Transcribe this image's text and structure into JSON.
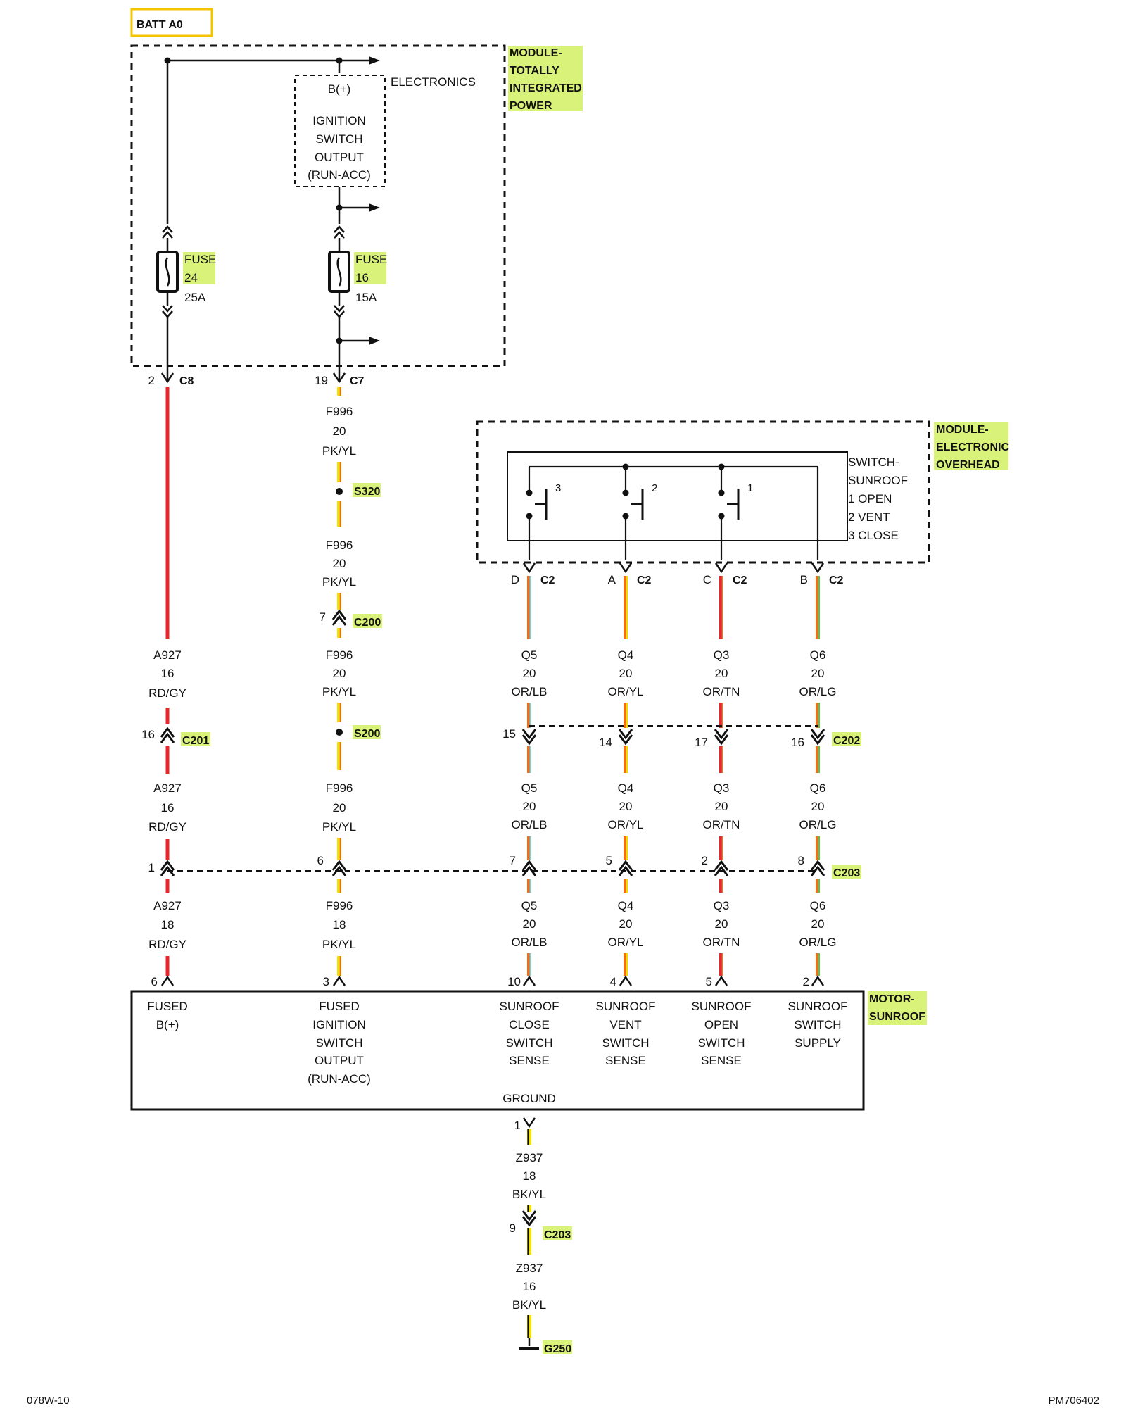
{
  "colors": {
    "highlight": "#d9f27a",
    "batt_box": "#f5c400",
    "red": "#e8262b",
    "yellow": "#f5e000",
    "pink": "#f28aa0",
    "orange": "#f06d1a",
    "light_blue": "#6fd3e6",
    "tan": "#b8864e",
    "light_green": "#53c653",
    "black": "#111111"
  },
  "source": {
    "label": "BATT A0"
  },
  "tipm": {
    "name_lines": [
      "MODULE-",
      "TOTALLY",
      "INTEGRATED",
      "POWER"
    ],
    "electronics": "ELECTRONICS",
    "ign_box_lines": [
      "B(+)",
      "IGNITION",
      "SWITCH",
      "OUTPUT",
      "(RUN-ACC)"
    ],
    "fuse1": {
      "label": "FUSE",
      "number": "24",
      "rating": "25A"
    },
    "fuse2": {
      "label": "FUSE",
      "number": "16",
      "rating": "15A"
    }
  },
  "overhead": {
    "name_lines": [
      "MODULE-",
      "ELECTRONIC",
      "OVERHEAD"
    ],
    "switch_lines": [
      "SWITCH-",
      "SUNROOF",
      "1 OPEN",
      "2 VENT",
      "3 CLOSE"
    ],
    "contact_numbers": [
      "3",
      "2",
      "1"
    ]
  },
  "connectors": {
    "c8": {
      "name": "C8",
      "pin": "2"
    },
    "c7": {
      "name": "C7",
      "pin": "19"
    },
    "s320": "S320",
    "c200": {
      "name": "C200",
      "pin": "7"
    },
    "s200": "S200",
    "c201": {
      "name": "C201",
      "pin": "16"
    },
    "c2": {
      "name": "C2",
      "pins": [
        "D",
        "A",
        "C",
        "B"
      ]
    },
    "c202": {
      "name": "C202",
      "pins": [
        "15",
        "14",
        "17",
        "16"
      ]
    },
    "c203a": {
      "name": "C203",
      "pins": [
        "1",
        "6",
        "7",
        "5",
        "2",
        "8"
      ]
    },
    "motor_pins": [
      "6",
      "3",
      "10",
      "4",
      "5",
      "2"
    ],
    "ground_pin": "1",
    "c203b": {
      "name": "C203",
      "pin": "9"
    },
    "g250": "G250"
  },
  "wires": {
    "f996_a": [
      "F996",
      "20",
      "PK/YL"
    ],
    "f996_b": [
      "F996",
      "20",
      "PK/YL"
    ],
    "f996_c": [
      "F996",
      "20",
      "PK/YL"
    ],
    "f996_d": [
      "F996",
      "20",
      "PK/YL"
    ],
    "f996_e": [
      "F996",
      "18",
      "PK/YL"
    ],
    "a927_a": [
      "A927",
      "16",
      "RD/GY"
    ],
    "a927_b": [
      "A927",
      "16",
      "RD/GY"
    ],
    "a927_c": [
      "A927",
      "18",
      "RD/GY"
    ],
    "q5_a": [
      "Q5",
      "20",
      "OR/LB"
    ],
    "q4_a": [
      "Q4",
      "20",
      "OR/YL"
    ],
    "q3_a": [
      "Q3",
      "20",
      "OR/TN"
    ],
    "q6_a": [
      "Q6",
      "20",
      "OR/LG"
    ],
    "q5_b": [
      "Q5",
      "20",
      "OR/LB"
    ],
    "q4_b": [
      "Q4",
      "20",
      "OR/YL"
    ],
    "q3_b": [
      "Q3",
      "20",
      "OR/TN"
    ],
    "q6_b": [
      "Q6",
      "20",
      "OR/LG"
    ],
    "q5_c": [
      "Q5",
      "20",
      "OR/LB"
    ],
    "q4_c": [
      "Q4",
      "20",
      "OR/YL"
    ],
    "q3_c": [
      "Q3",
      "20",
      "OR/TN"
    ],
    "q6_c": [
      "Q6",
      "20",
      "OR/LG"
    ],
    "z937_a": [
      "Z937",
      "18",
      "BK/YL"
    ],
    "z937_b": [
      "Z937",
      "16",
      "BK/YL"
    ]
  },
  "motor": {
    "name_lines": [
      "MOTOR-",
      "SUNROOF"
    ],
    "terminals": [
      [
        "FUSED",
        "B(+)"
      ],
      [
        "FUSED",
        "IGNITION",
        "SWITCH",
        "OUTPUT",
        "(RUN-ACC)"
      ],
      [
        "SUNROOF",
        "CLOSE",
        "SWITCH",
        "SENSE"
      ],
      [
        "SUNROOF",
        "VENT",
        "SWITCH",
        "SENSE"
      ],
      [
        "SUNROOF",
        "OPEN",
        "SWITCH",
        "SENSE"
      ],
      [
        "SUNROOF",
        "SWITCH",
        "SUPPLY"
      ]
    ],
    "ground": "GROUND"
  },
  "footer": {
    "left": "078W-10",
    "right": "PM706402"
  }
}
